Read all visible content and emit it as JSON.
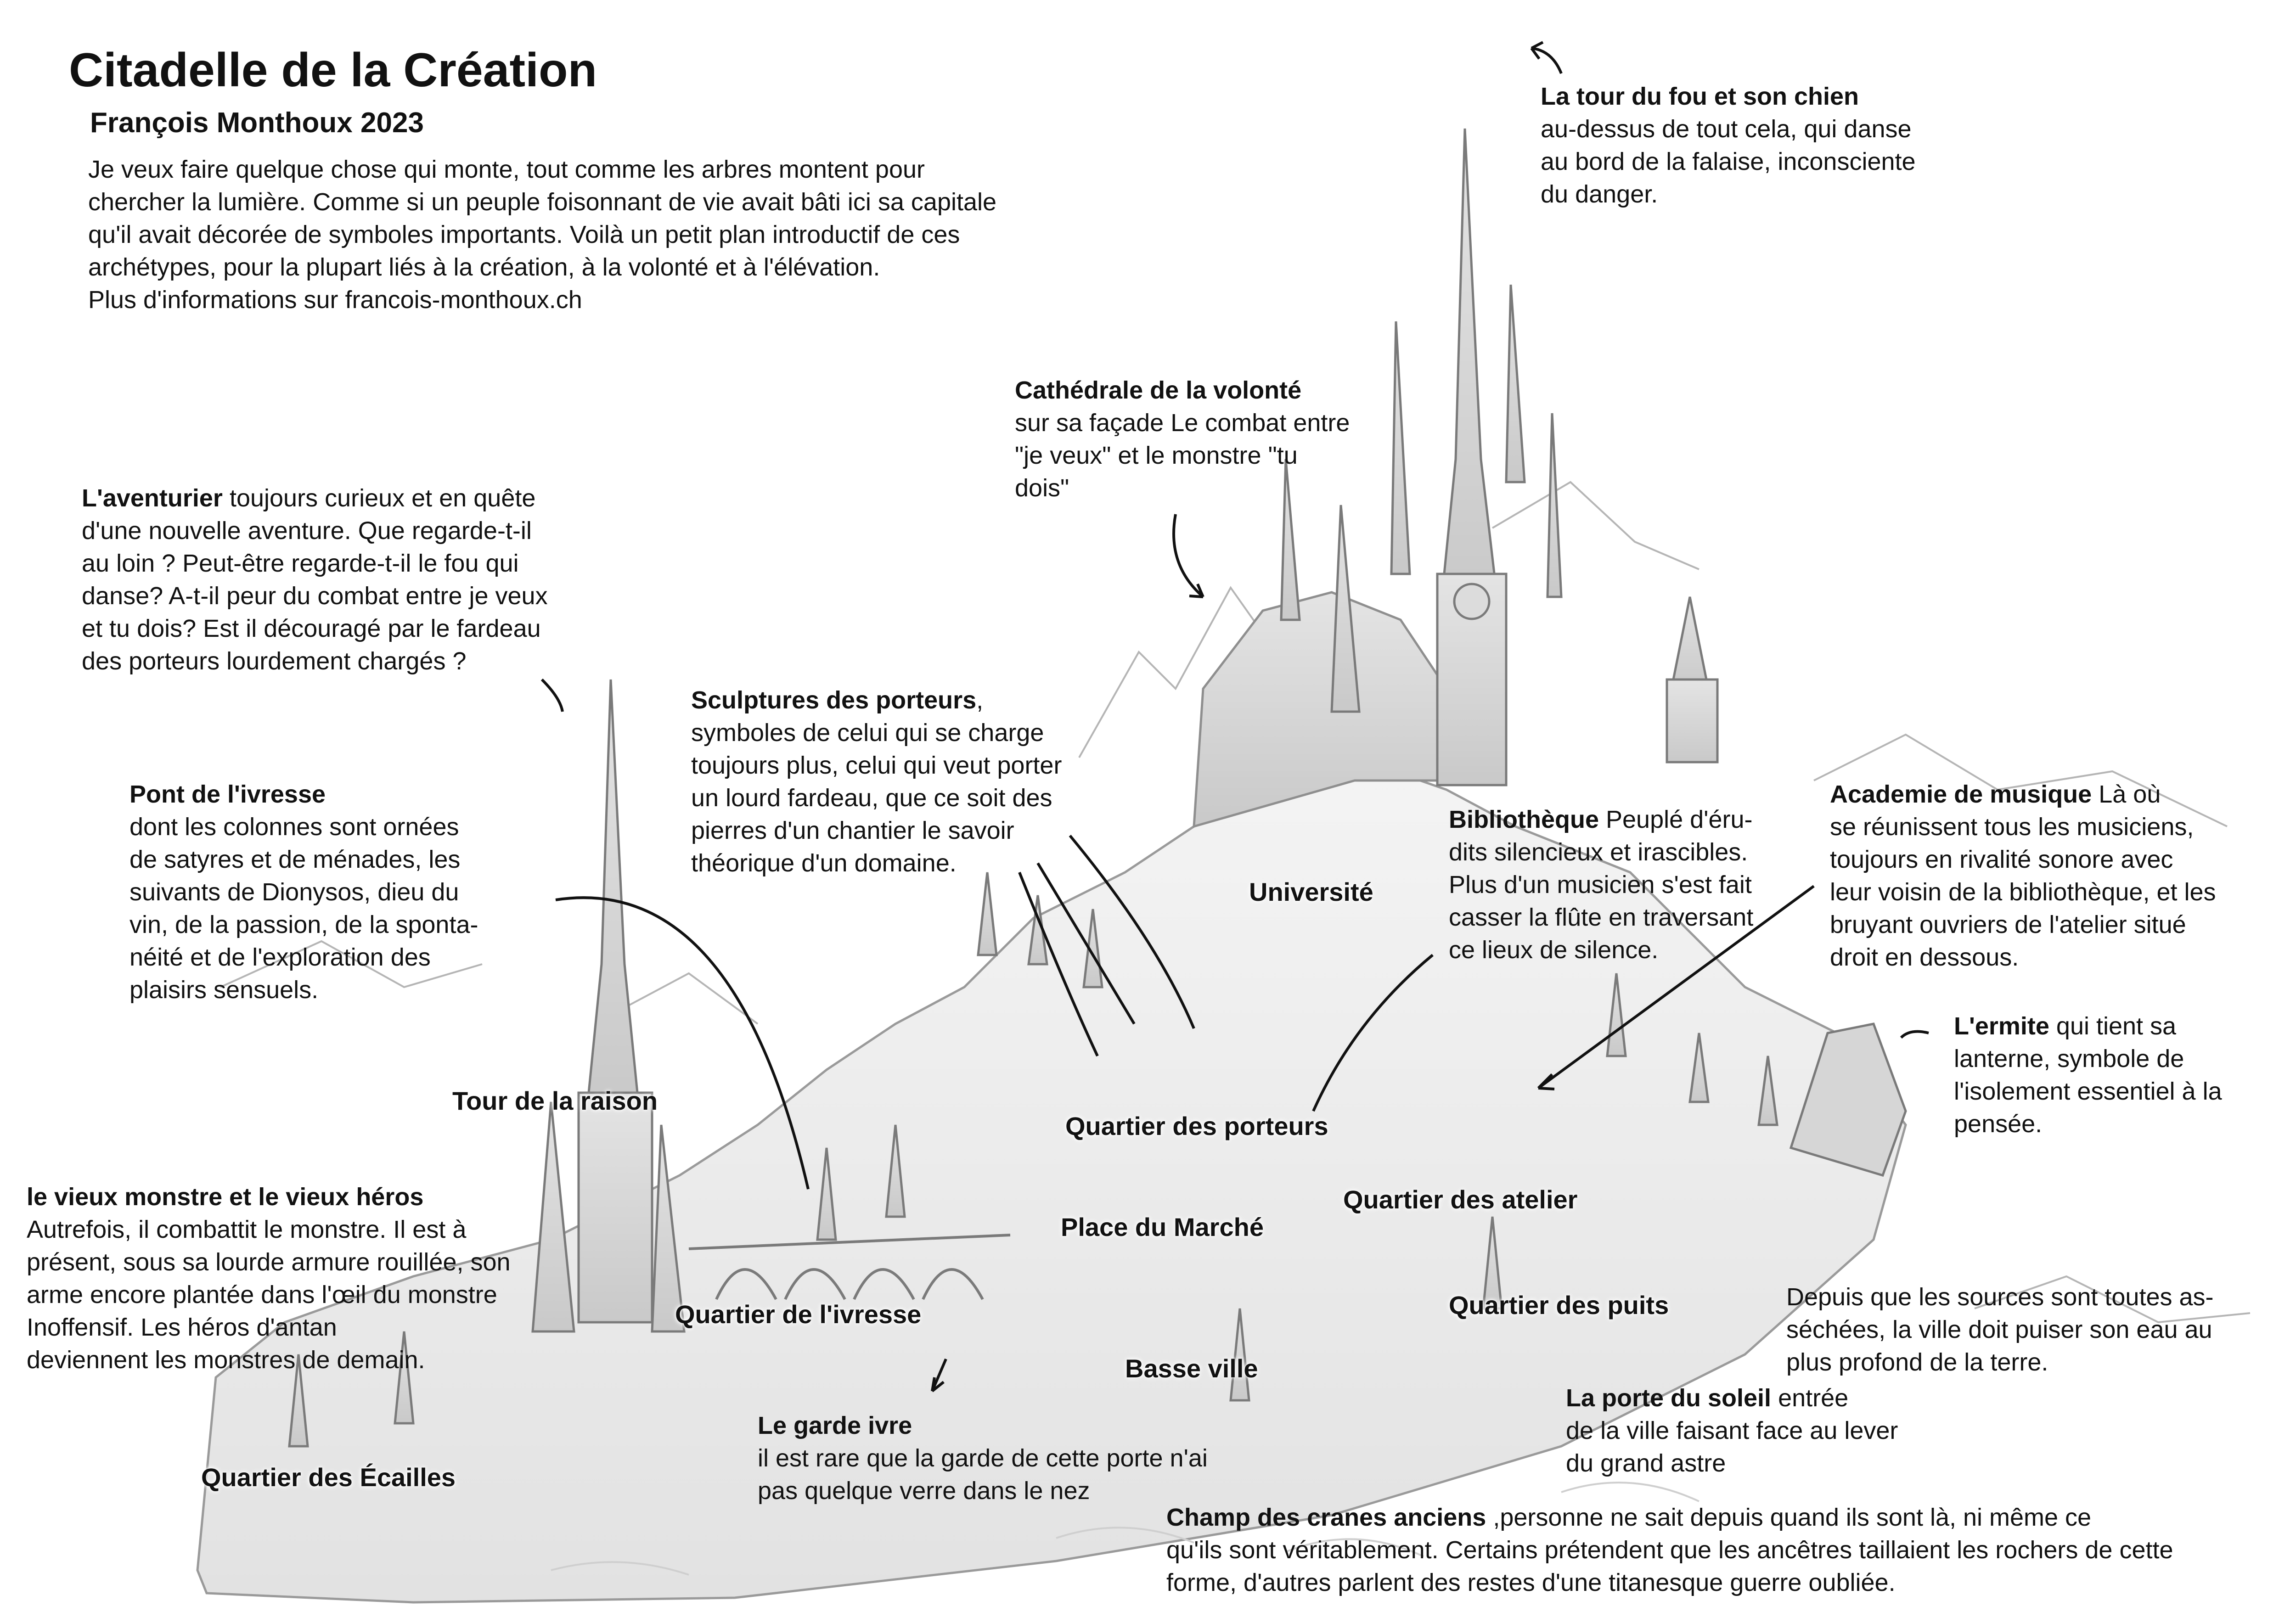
{
  "title": "Citadelle de la Création",
  "author": "François Monthoux 2023",
  "intro_lines": [
    "Je veux faire quelque chose qui monte, tout comme les arbres montent pour",
    "chercher la lumière. Comme si un peuple foisonnant de vie avait bâti ici sa capitale",
    "qu'il avait décorée de symboles importants. Voilà un petit plan introductif de ces",
    "archétypes, pour la plupart liés à la création, à la volonté et à l'élévation.",
    "Plus d'informations sur francois-monthoux.ch"
  ],
  "annotations": {
    "fou": {
      "heading": "La tour du fou et son chien",
      "lines": [
        "au-dessus de tout cela, qui danse",
        "au bord de la falaise, inconsciente",
        "du danger."
      ]
    },
    "cathedrale": {
      "heading": "Cathédrale de la volonté",
      "lines": [
        "sur sa façade Le combat entre",
        "\"je veux\" et le monstre \"tu",
        "dois\""
      ]
    },
    "aventurier": {
      "heading": "L'aventurier",
      "first_rest": " toujours curieux et en quête",
      "lines": [
        "d'une nouvelle aventure. Que regarde-t-il",
        "au loin ? Peut-être regarde-t-il le fou qui",
        "danse? A-t-il peur du combat entre je veux",
        "et tu dois? Est il découragé par le fardeau",
        "des porteurs lourdement chargés ?"
      ]
    },
    "sculptures": {
      "heading": "Sculptures des porteurs",
      "first_rest": ",",
      "lines": [
        "symboles de celui qui se charge",
        "toujours plus, celui qui veut porter",
        "un lourd fardeau, que ce soit des",
        "pierres d'un chantier le savoir",
        "théorique d'un domaine."
      ]
    },
    "pont": {
      "heading": "Pont de l'ivresse",
      "lines": [
        "dont les colonnes sont ornées",
        "de satyres et de ménades, les",
        "suivants de Dionysos, dieu du",
        "vin, de la passion, de la sponta-",
        "néité et de l'exploration des",
        "plaisirs sensuels."
      ]
    },
    "bibliotheque": {
      "heading": "Bibliothèque",
      "first_rest": " Peuplé d'éru-",
      "lines": [
        "dits silencieux et irascibles.",
        "Plus d'un musicien s'est fait",
        "casser la flûte en traversant",
        "ce lieux de silence."
      ]
    },
    "academie": {
      "heading": "Academie de musique",
      "first_rest": " Là où",
      "lines": [
        "se réunissent tous les musiciens,",
        "toujours en rivalité sonore avec",
        "leur voisin de la bibliothèque, et les",
        "bruyant ouvriers de l'atelier situé",
        "droit en dessous."
      ]
    },
    "ermite": {
      "heading": "L'ermite",
      "first_rest": " qui tient sa",
      "lines": [
        "lanterne, symbole de",
        "l'isolement essentiel à la",
        "pensée."
      ]
    },
    "monstre": {
      "heading": "le vieux monstre et le vieux héros",
      "lines": [
        "Autrefois, il combattit le monstre. Il est à",
        "présent, sous sa lourde armure rouillée, son",
        "arme encore plantée dans l'œil du monstre",
        "Inoffensif. Les héros d'antan",
        "deviennent les monstres de demain."
      ]
    },
    "puits_note": {
      "lines": [
        "Depuis que les sources sont toutes as-",
        "séchées, la ville doit puiser son eau au",
        "plus profond de la terre."
      ]
    },
    "porte": {
      "heading": "La porte du soleil",
      "first_rest": " entrée",
      "lines": [
        "de la ville faisant face au lever",
        "du grand astre"
      ]
    },
    "garde": {
      "heading": "Le garde ivre",
      "lines": [
        "il est rare que la garde de cette porte n'ai",
        "pas quelque verre dans le nez"
      ]
    },
    "champ": {
      "heading": "Champ des cranes anciens",
      "first_rest": " ,personne ne sait depuis quand ils sont là, ni même ce",
      "lines": [
        "qu'ils sont véritablement. Certains prétendent que les ancêtres taillaient  les rochers de cette",
        "forme, d'autres parlent des restes d'une titanesque guerre oubliée."
      ]
    }
  },
  "places": {
    "universite": "Université",
    "tour_raison": "Tour de la raison",
    "quartier_porteurs": "Quartier des porteurs",
    "place_marche": "Place du Marché",
    "quartier_atelier": "Quartier des atelier",
    "quartier_ivresse": "Quartier de l'ivresse",
    "quartier_puits": "Quartier des puits",
    "basse_ville": "Basse ville",
    "quartier_ecailles": "Quartier des Écailles"
  }
}
